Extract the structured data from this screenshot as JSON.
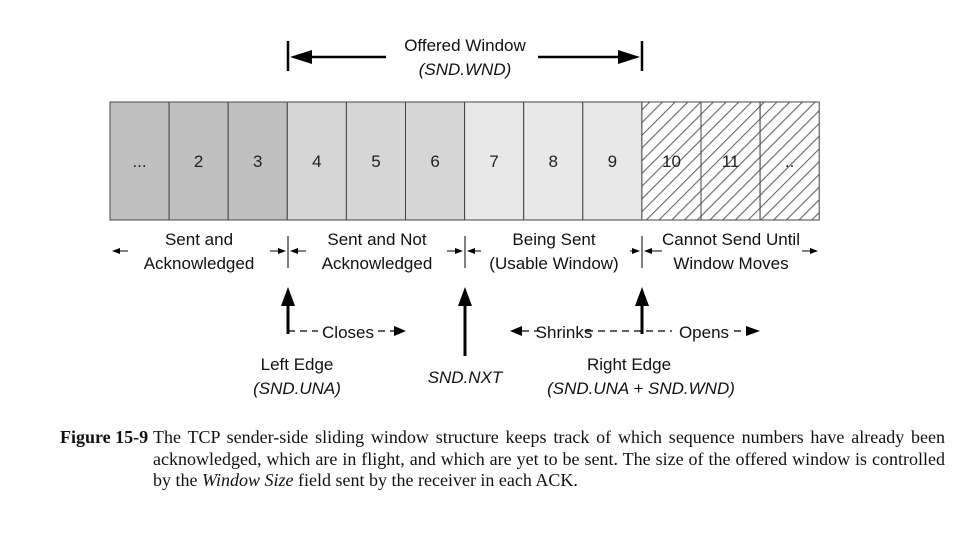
{
  "offered_window": {
    "line1": "Offered Window",
    "line2": "(SND.WND)"
  },
  "cells": [
    "...",
    "2",
    "3",
    "4",
    "5",
    "6",
    "7",
    "8",
    "9",
    "10",
    "11",
    ".."
  ],
  "cell_colors": {
    "acknowledged": "#c0c0c0",
    "not_acknowledged": "#d6d6d6",
    "usable": "#e8e8e8",
    "cannot_send": "#ffffff",
    "hatch": "#666666"
  },
  "regions": [
    {
      "line1": "Sent and",
      "line2": "Acknowledged"
    },
    {
      "line1": "Sent and Not",
      "line2": "Acknowledged"
    },
    {
      "line1": "Being Sent",
      "line2": "(Usable Window)"
    },
    {
      "line1": "Cannot Send Until",
      "line2": "Window Moves"
    }
  ],
  "pointers": {
    "left_edge": {
      "label": "Left Edge",
      "sub": "(SND.UNA)",
      "motion": "Closes"
    },
    "snd_nxt": {
      "label": "SND.NXT"
    },
    "right_edge": {
      "label": "Right Edge",
      "sub": "(SND.UNA + SND.WND)",
      "shrink": "Shrinks",
      "open": "Opens"
    }
  },
  "caption": {
    "label": "Figure 15-9",
    "text_before": "The TCP sender-side sliding window structure keeps track of which sequence numbers have already been acknowledged, which are in flight, and which are yet to be sent. The size of the offered window is controlled by the",
    "text_italic": "Window Size",
    "text_after": "field sent by the receiver in each ACK."
  }
}
